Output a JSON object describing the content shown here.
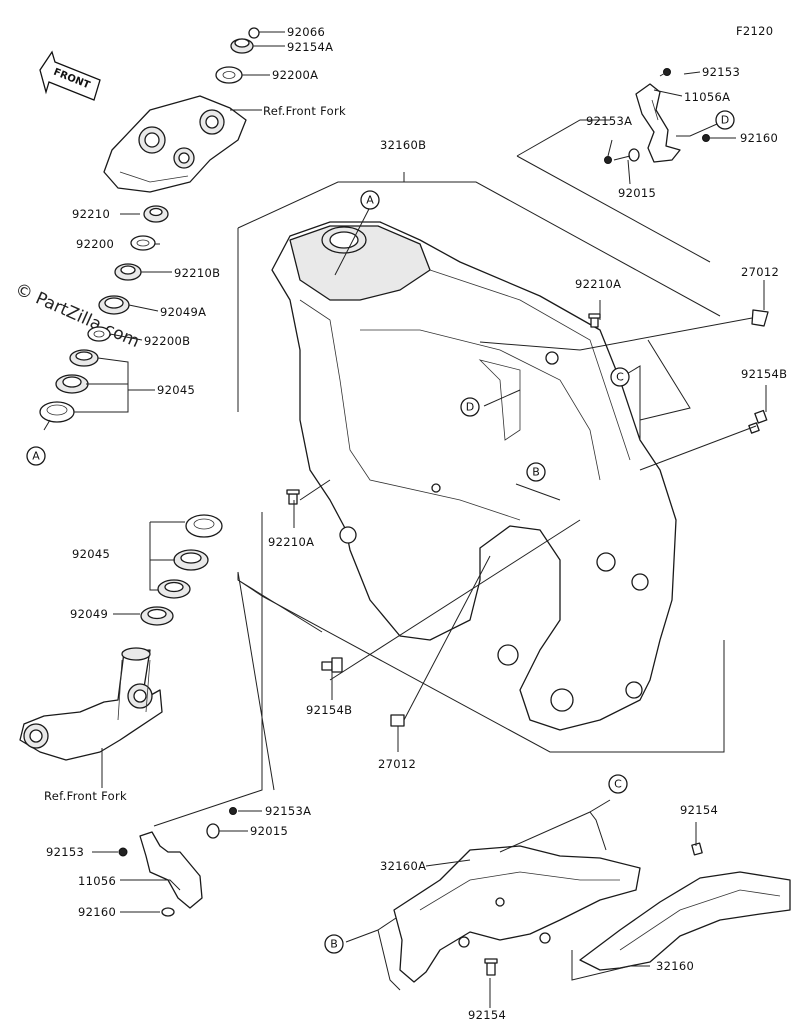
{
  "diagram_code": "F2120",
  "watermark": "© PartZilla.com",
  "front_arrow_label": "FRONT",
  "ref_labels": {
    "top": "Ref.Front Fork",
    "bottom": "Ref.Front Fork"
  },
  "callouts": {
    "A_top": "A",
    "A_left": "A",
    "B_mid": "B",
    "B_bottom": "B",
    "C_mid": "C",
    "C_bottom": "C",
    "D_top": "D",
    "D_mid": "D"
  },
  "part_labels": {
    "p92066": "92066",
    "p92154A": "92154A",
    "p92200A": "92200A",
    "p92210": "92210",
    "p92200": "92200",
    "p92210B": "92210B",
    "p92049A": "92049A",
    "p92200B": "92200B",
    "p92045_top": "92045",
    "p32160B": "32160B",
    "p92153_top": "92153",
    "p11056A": "11056A",
    "p92153A_top": "92153A",
    "p92160_top": "92160",
    "p92015_top": "92015",
    "p92210A_right": "92210A",
    "p27012_right": "27012",
    "p92154B_right": "92154B",
    "p92045_mid": "92045",
    "p92049": "92049",
    "p92210A_left": "92210A",
    "p92154B_bottom": "92154B",
    "p27012_bottom": "27012",
    "p92153A_bottom": "92153A",
    "p92015_bottom": "92015",
    "p92153_bottom": "92153",
    "p11056": "11056",
    "p92160_bottom": "92160",
    "p32160A": "32160A",
    "p92154_top": "92154",
    "p32160": "32160",
    "p92154_bottom": "92154"
  }
}
